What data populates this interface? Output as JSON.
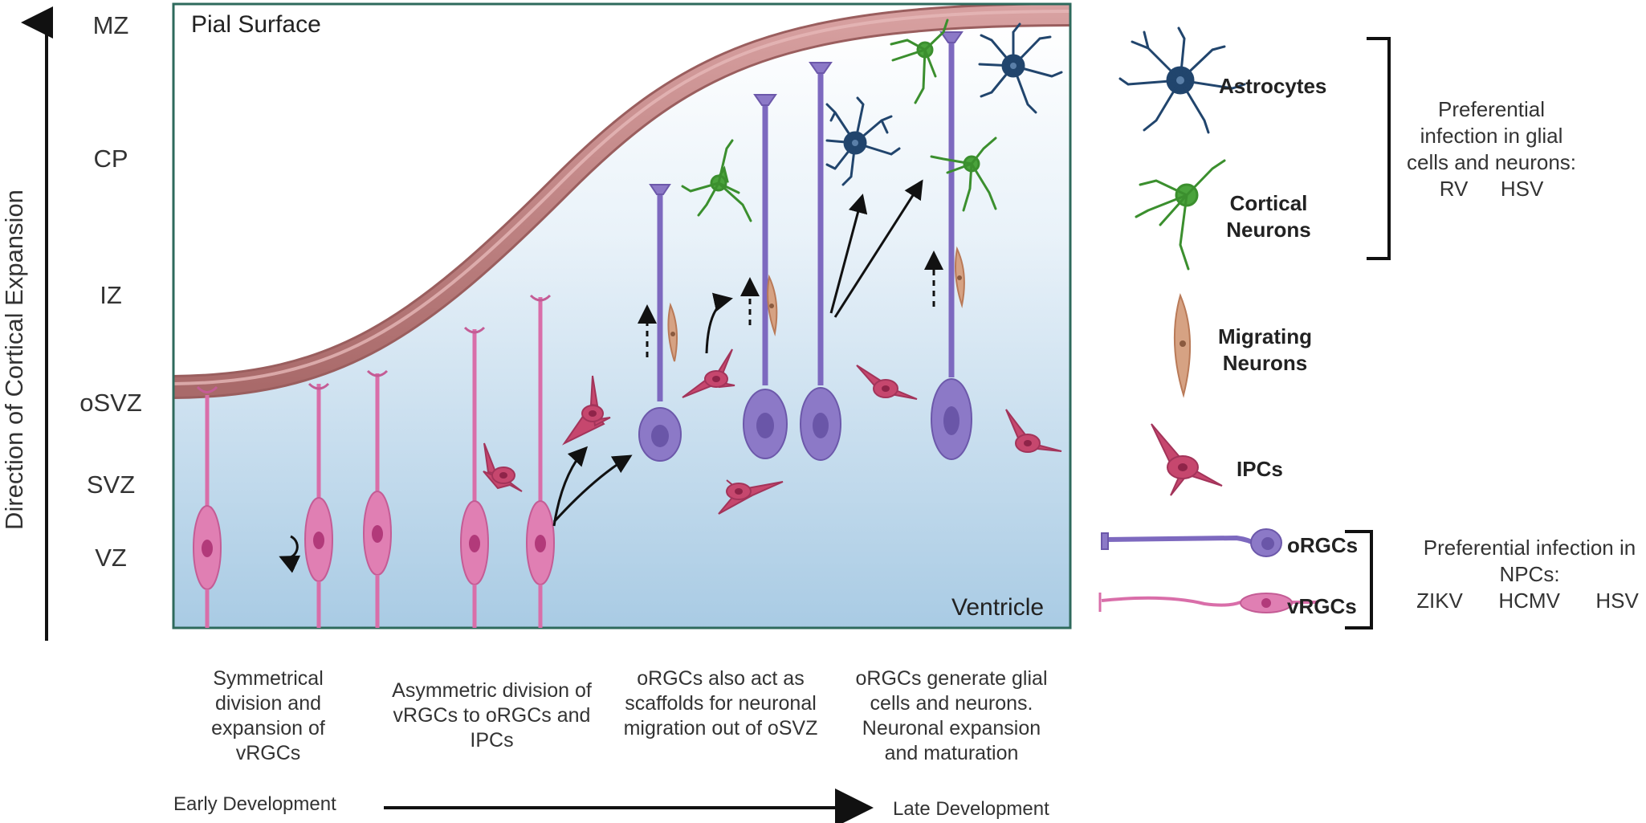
{
  "axis": {
    "vertical_label": "Direction of Cortical Expansion",
    "zones": [
      "MZ",
      "CP",
      "IZ",
      "oSVZ",
      "SVZ",
      "VZ"
    ]
  },
  "panel": {
    "top_label": "Pial Surface",
    "bottom_label": "Ventricle"
  },
  "captions": [
    "Symmetrical division and expansion of vRGCs",
    "Asymmetric division of vRGCs to oRGCs and IPCs",
    "oRGCs also act as scaffolds for neuronal migration out of oSVZ",
    "oRGCs generate glial cells and neurons. Neuronal expansion and maturation"
  ],
  "timeline": {
    "start": "Early Development",
    "end": "Late Development"
  },
  "legend": {
    "cells": [
      "Astrocytes",
      "Cortical Neurons",
      "Migrating Neurons",
      "IPCs",
      "oRGCs",
      "vRGCs"
    ],
    "glial_group": {
      "title": "Preferential infection in glial cells and neurons:",
      "viruses": [
        "RV",
        "HSV"
      ]
    },
    "npc_group": {
      "title": "Preferential infection in NPCs:",
      "viruses": [
        "ZIKV",
        "HCMV",
        "HSV"
      ]
    }
  },
  "colors": {
    "vrgc": "#e07fb3",
    "orgc": "#8c79c7",
    "ipc": "#c6476e",
    "astrocyte": "#21456d",
    "neuron": "#4aa33c",
    "migrating": "#d6a283",
    "pia": "#c08585",
    "frame": "#2e6a5c"
  }
}
